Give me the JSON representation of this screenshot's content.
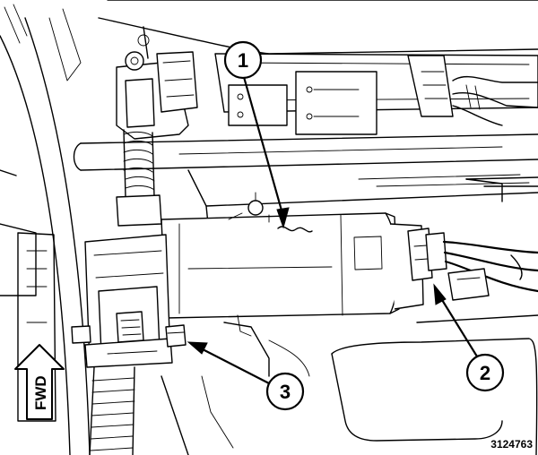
{
  "figure_number": "3124763",
  "direction_label": "FWD",
  "callouts": [
    {
      "number": "1"
    },
    {
      "number": "2"
    },
    {
      "number": "3"
    }
  ]
}
